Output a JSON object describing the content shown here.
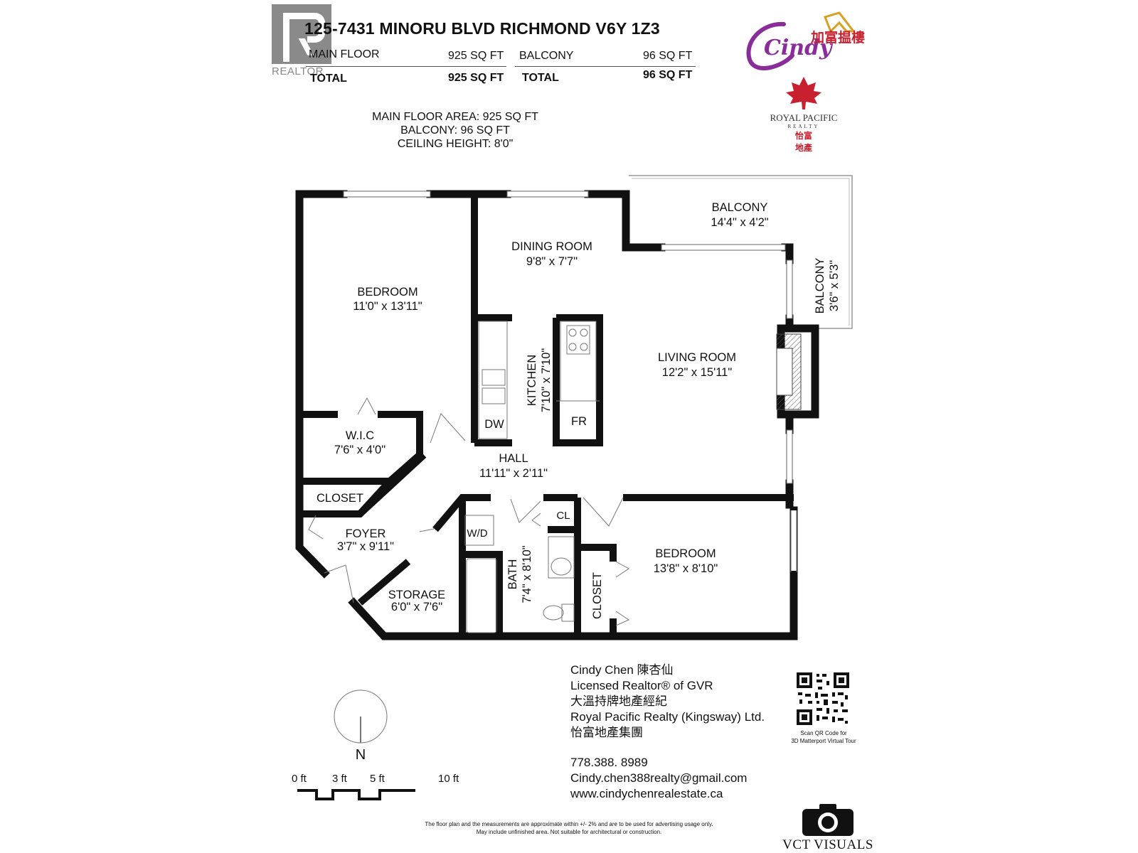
{
  "header": {
    "address": "125-7431 MINORU BLVD RICHMOND V6Y 1Z3",
    "main_floor_label": "MAIN FLOOR",
    "main_floor_value": "925 SQ FT",
    "balcony_label": "BALCONY",
    "balcony_value": "96 SQ FT",
    "total_label": "TOTAL",
    "total_main_value": "925 SQ FT",
    "total_balcony_value": "96 SQ FT"
  },
  "summary": {
    "line1": "MAIN FLOOR AREA: 925 SQ FT",
    "line2": "BALCONY: 96 SQ FT",
    "line3": "CEILING HEIGHT: 8'0\""
  },
  "logos": {
    "realtor_text": "REALTOR",
    "cindy_script": "Cindy",
    "cindy_chinese": "加富揾樓",
    "royal_pacific_name": "ROYAL PACIFIC",
    "royal_pacific_sub": "REALTY",
    "royal_pacific_chinese_1": "怡富",
    "royal_pacific_chinese_2": "地產",
    "vct_text": "VCT VISUALS",
    "brand_red": "#c8202f",
    "brand_purple": "#8a2d9b",
    "brand_gold": "#d9a020"
  },
  "rooms": {
    "bedroom1": {
      "name": "BEDROOM",
      "size": "11'0\" x 13'11\""
    },
    "dining": {
      "name": "DINING ROOM",
      "size": "9'8\" x 7'7\""
    },
    "balcony1": {
      "name": "BALCONY",
      "size": "14'4\" x 4'2\""
    },
    "balcony2": {
      "name": "BALCONY",
      "size": "3'6\" x 5'3\""
    },
    "kitchen": {
      "name": "KITCHEN",
      "size": "7'10\" x 7'10\""
    },
    "living": {
      "name": "LIVING ROOM",
      "size": "12'2\" x 15'11\""
    },
    "wic": {
      "name": "W.I.C",
      "size": "7'6\" x 4'0\""
    },
    "hall": {
      "name": "HALL",
      "size": "11'11\" x 2'11\""
    },
    "closet1": {
      "name": "CLOSET"
    },
    "foyer": {
      "name": "FOYER",
      "size": "3'7\" x 9'11\""
    },
    "storage": {
      "name": "STORAGE",
      "size": "6'0\" x 7'6\""
    },
    "bath": {
      "name": "BATH",
      "size": "7'4\" x 8'10\""
    },
    "bedroom2": {
      "name": "BEDROOM",
      "size": "13'8\" x 8'10\""
    },
    "closet2": {
      "name": "CLOSET"
    },
    "dw": "DW",
    "fr": "FR",
    "wd": "W/D",
    "cl": "CL"
  },
  "compass": {
    "north_label": "N"
  },
  "scale": {
    "t0": "0 ft",
    "t3": "3 ft",
    "t5": "5 ft",
    "t10": "10 ft"
  },
  "contact": {
    "name": "Cindy Chen 陳杏仙",
    "license": "Licensed Realtor® of GVR",
    "license_zh": "大溫持牌地產經紀",
    "company": "Royal Pacific Realty (Kingsway) Ltd.",
    "company_zh": "怡富地產集團",
    "phone": "778.388. 8989",
    "email": "Cindy.chen388realty@gmail.com",
    "website": "www.cindychenrealestate.ca"
  },
  "qr": {
    "caption1": "Scan QR Code for",
    "caption2": "3D Matterport Virtual Tour"
  },
  "disclaimer": {
    "line1": "The floor plan and the measurements are approximate within +/- 2% and are to be used for advertising usage only.",
    "line2": "May include unfinished area. Not suitable for architectural or construction."
  }
}
